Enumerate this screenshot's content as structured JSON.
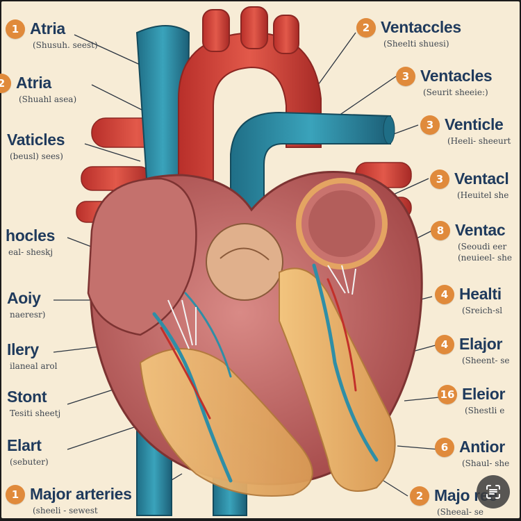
{
  "colors": {
    "background": "#f7ecd6",
    "badge": "#e08a3b",
    "label_text": "#1f3a5c",
    "vein_blue": "#2f8ea6",
    "artery_red": "#d9453a",
    "muscle": "#c96a64",
    "fat": "#e9b46d"
  },
  "labels_left": [
    {
      "num": "1",
      "title": "Atria",
      "sub": "(Shusuh. seest)"
    },
    {
      "num": "2",
      "title": "Atria",
      "sub": "(Shuahl asea)"
    },
    {
      "num": "",
      "title": "Vaticles",
      "sub": "(beusl) sees)"
    },
    {
      "num": "",
      "title": "hocles",
      "sub": "eal- sheskj"
    },
    {
      "num": "",
      "title": "Aoiy",
      "sub": "naeresr)"
    },
    {
      "num": "",
      "title": "Ilery",
      "sub": "ilaneal arol"
    },
    {
      "num": "",
      "title": "Stont",
      "sub": "Tesiti sheetj"
    },
    {
      "num": "",
      "title": "Elart",
      "sub": "(sebuter)"
    },
    {
      "num": "1",
      "title": "Major arteries",
      "sub": "(sheeli - sewest"
    }
  ],
  "labels_right": [
    {
      "num": "2",
      "title": "Ventaccles",
      "sub": "(Sheelti shuesi)"
    },
    {
      "num": "3",
      "title": "Ventacles",
      "sub": "(Seurit sheeie:)"
    },
    {
      "num": "3",
      "title": "Venticle",
      "sub": "(Heeli- sheeurt"
    },
    {
      "num": "3",
      "title": "Ventacl",
      "sub": "(Heuitel she"
    },
    {
      "num": "8",
      "title": "Ventac",
      "sub": "(Seoudi eer",
      "sub2": "(neuieel- she"
    },
    {
      "num": "4",
      "title": "Healti",
      "sub": "(Sreich-sl"
    },
    {
      "num": "4",
      "title": "Elajor",
      "sub": "(Sheent- se"
    },
    {
      "num": "16",
      "title": "Eleior",
      "sub": "(Shestli e"
    },
    {
      "num": "6",
      "title": "Antior",
      "sub": "(Shaul- she"
    },
    {
      "num": "2",
      "title": "Majo ree",
      "sub": "(Sheeal- se"
    }
  ],
  "icons": {
    "scan": "scan-text-icon"
  }
}
